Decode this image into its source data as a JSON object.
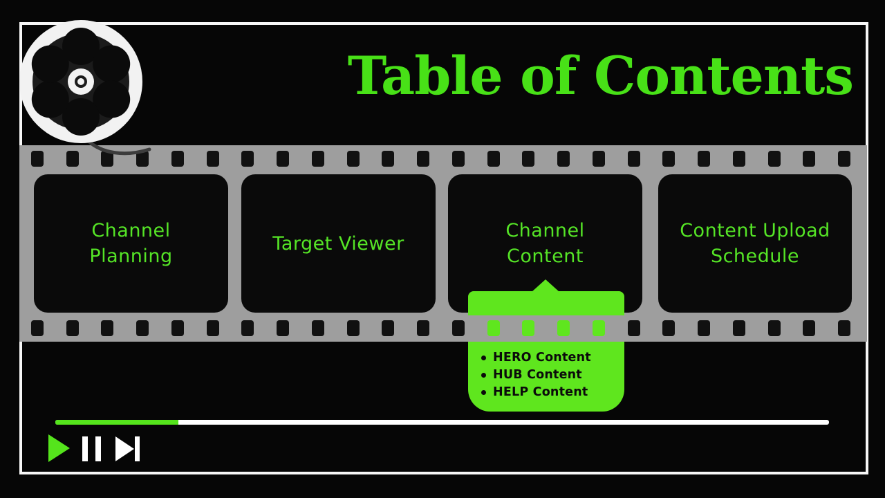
{
  "slide": {
    "title": "Table of Contents"
  },
  "colors": {
    "background": "#060606",
    "border_white": "#F7F7F7",
    "title_green": "#48E117",
    "label_green": "#55E426",
    "callout_green": "#5FE61E",
    "player_green": "#55E41C",
    "strip_gray": "#9E9E9E"
  },
  "icons": [
    "film-reel-icon",
    "play-icon",
    "pause-icon",
    "skip-next-icon"
  ],
  "filmstrip": {
    "frames": [
      {
        "label": "Channel Planning"
      },
      {
        "label": "Target Viewer"
      },
      {
        "label": "Channel Content"
      },
      {
        "label": "Content Upload Schedule"
      }
    ]
  },
  "callout": {
    "items": [
      "HERO Content",
      "HUB Content",
      "HELP Content"
    ]
  },
  "player": {
    "progress_percent": 16
  }
}
